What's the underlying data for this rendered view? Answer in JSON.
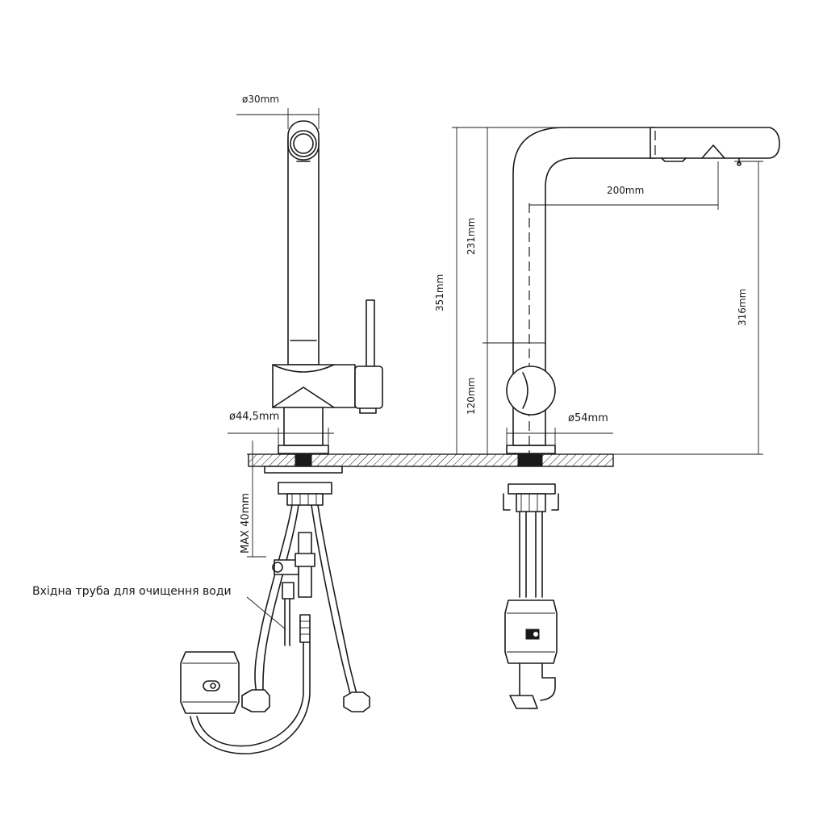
{
  "dimensions": {
    "lever_diameter": "ø30mm",
    "base_diameter_front": "ø44,5mm",
    "max_thickness": "MAX  40mm",
    "total_height": "351mm",
    "spout_height": "231mm",
    "base_height": "120mm",
    "outlet_height": "316mm",
    "reach": "200mm",
    "base_diameter_side": "ø54mm"
  },
  "labels": {
    "filter_inlet_pipe": "Вхідна труба для очищення води"
  }
}
